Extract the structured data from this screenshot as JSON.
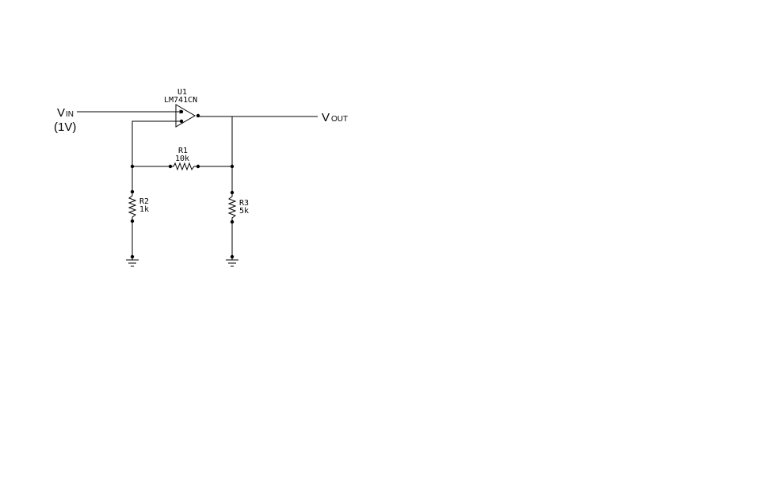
{
  "labels": {
    "vin_main": "V",
    "vin_sub": "IN",
    "vin_value": "(1V)",
    "vout_main": "V",
    "vout_sub": "OUT",
    "plus_sign": "+",
    "minus_sign": "−"
  },
  "components": {
    "u1": {
      "ref": "U1",
      "part": "LM741CN"
    },
    "r1": {
      "ref": "R1",
      "value": "10k"
    },
    "r2": {
      "ref": "R2",
      "value": "1k"
    },
    "r3": {
      "ref": "R3",
      "value": "5k"
    }
  },
  "colors": {
    "ink": "#000000",
    "background": "#ffffff"
  }
}
